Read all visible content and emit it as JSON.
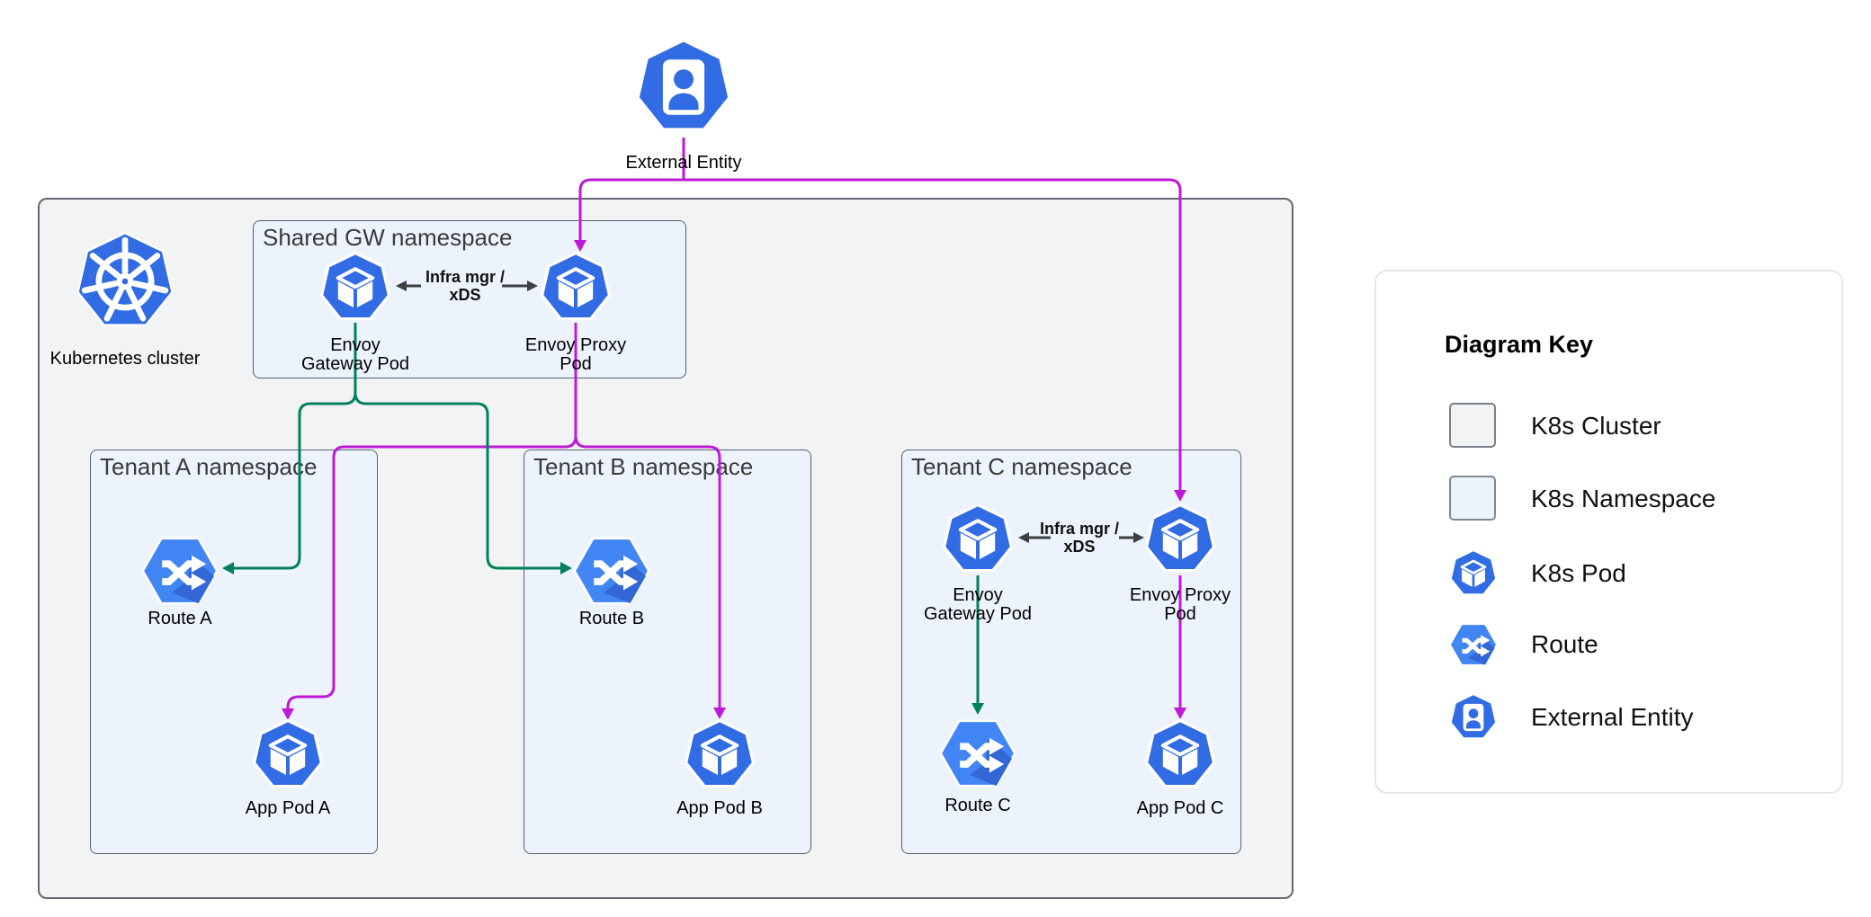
{
  "diagram": {
    "external_entity": {
      "label": "External Entity"
    },
    "cluster": {
      "label": "Kubernetes cluster",
      "shared_namespace": {
        "title": "Shared GW namespace",
        "gateway_pod": "Envoy Gateway Pod",
        "proxy_pod": "Envoy Proxy Pod",
        "control_link": "Infra mgr / xDS"
      },
      "tenant_a": {
        "title": "Tenant A namespace",
        "route": "Route A",
        "app_pod": "App Pod A"
      },
      "tenant_b": {
        "title": "Tenant B namespace",
        "route": "Route B",
        "app_pod": "App Pod B"
      },
      "tenant_c": {
        "title": "Tenant C namespace",
        "gateway_pod": "Envoy Gateway Pod",
        "proxy_pod": "Envoy Proxy Pod",
        "control_link": "Infra mgr / xDS",
        "route": "Route C",
        "app_pod": "App Pod C"
      }
    }
  },
  "key_panel": {
    "title": "Diagram Key",
    "items": [
      {
        "icon": "k8s-cluster-swatch",
        "label": "K8s Cluster"
      },
      {
        "icon": "k8s-namespace-swatch",
        "label": "K8s Namespace"
      },
      {
        "icon": "k8s-pod-icon",
        "label": "K8s Pod"
      },
      {
        "icon": "route-icon",
        "label": "Route"
      },
      {
        "icon": "external-entity-icon",
        "label": "External Entity"
      }
    ]
  },
  "colors": {
    "pod_blue": "#326CE5",
    "route_blue": "#4285F4",
    "route_shadow_blue": "#3367D6",
    "ingress_edge_magenta": "#BE19D8",
    "route_edge_green": "#00815C",
    "control_edge_dark": "#3C4043",
    "cluster_fill": "#F2F3F5",
    "cluster_border": "#63686E",
    "namespace_fill": "#EDF3FC",
    "namespace_border": "#56616E"
  }
}
